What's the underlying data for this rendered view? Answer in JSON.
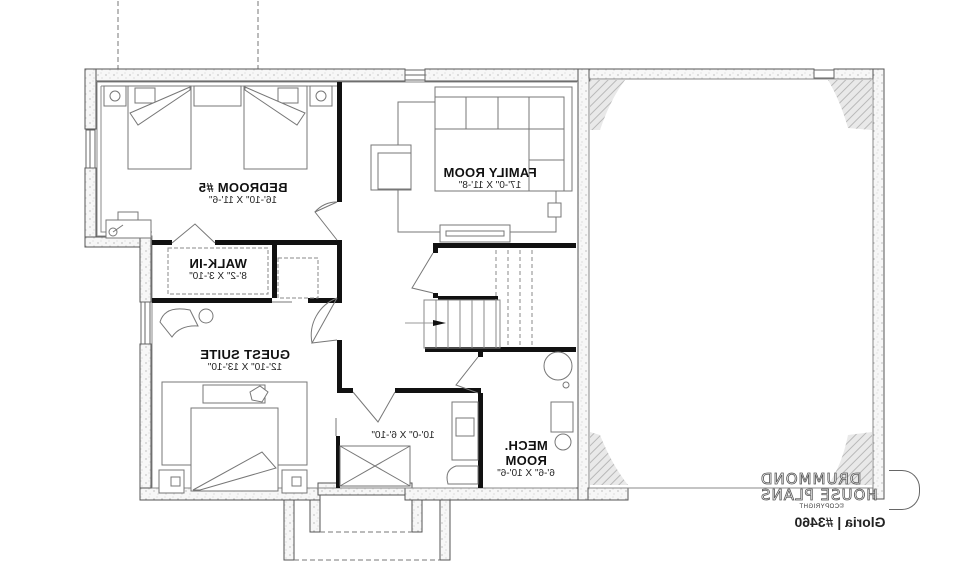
{
  "plan": {
    "title": "Gloria | #3460",
    "mirrored": true,
    "colors": {
      "wall": "#111111",
      "foundation_fill": "#f4f4f4",
      "foundation_stroke": "#555555",
      "fixture": "#777777",
      "hatch": "#bdbdbd"
    },
    "rooms": [
      {
        "name": "BEDROOM #5",
        "dimensions": "16'-10\" X 11'-6\""
      },
      {
        "name": "FAMILY ROOM",
        "dimensions": "17'-0\" X 11'-8\""
      },
      {
        "name": "WALK-IN",
        "dimensions": "8'-2\" X 3'-10\""
      },
      {
        "name": "GUEST SUITE",
        "dimensions": "12'-10\" X 13'-10\""
      },
      {
        "name": "",
        "dimensions": "10'-0\" X 6'-10\""
      },
      {
        "name": "MECH. ROOM",
        "name_line1": "MECH.",
        "name_line2": "ROOM",
        "dimensions": "6'-6\" X 10'-6\""
      }
    ]
  },
  "brand": {
    "line1": "DRUMMOND",
    "line2": "HOUSE PLANS",
    "copyright": "©COPYRIGHT",
    "plan_name": "Gloria | #3460"
  }
}
